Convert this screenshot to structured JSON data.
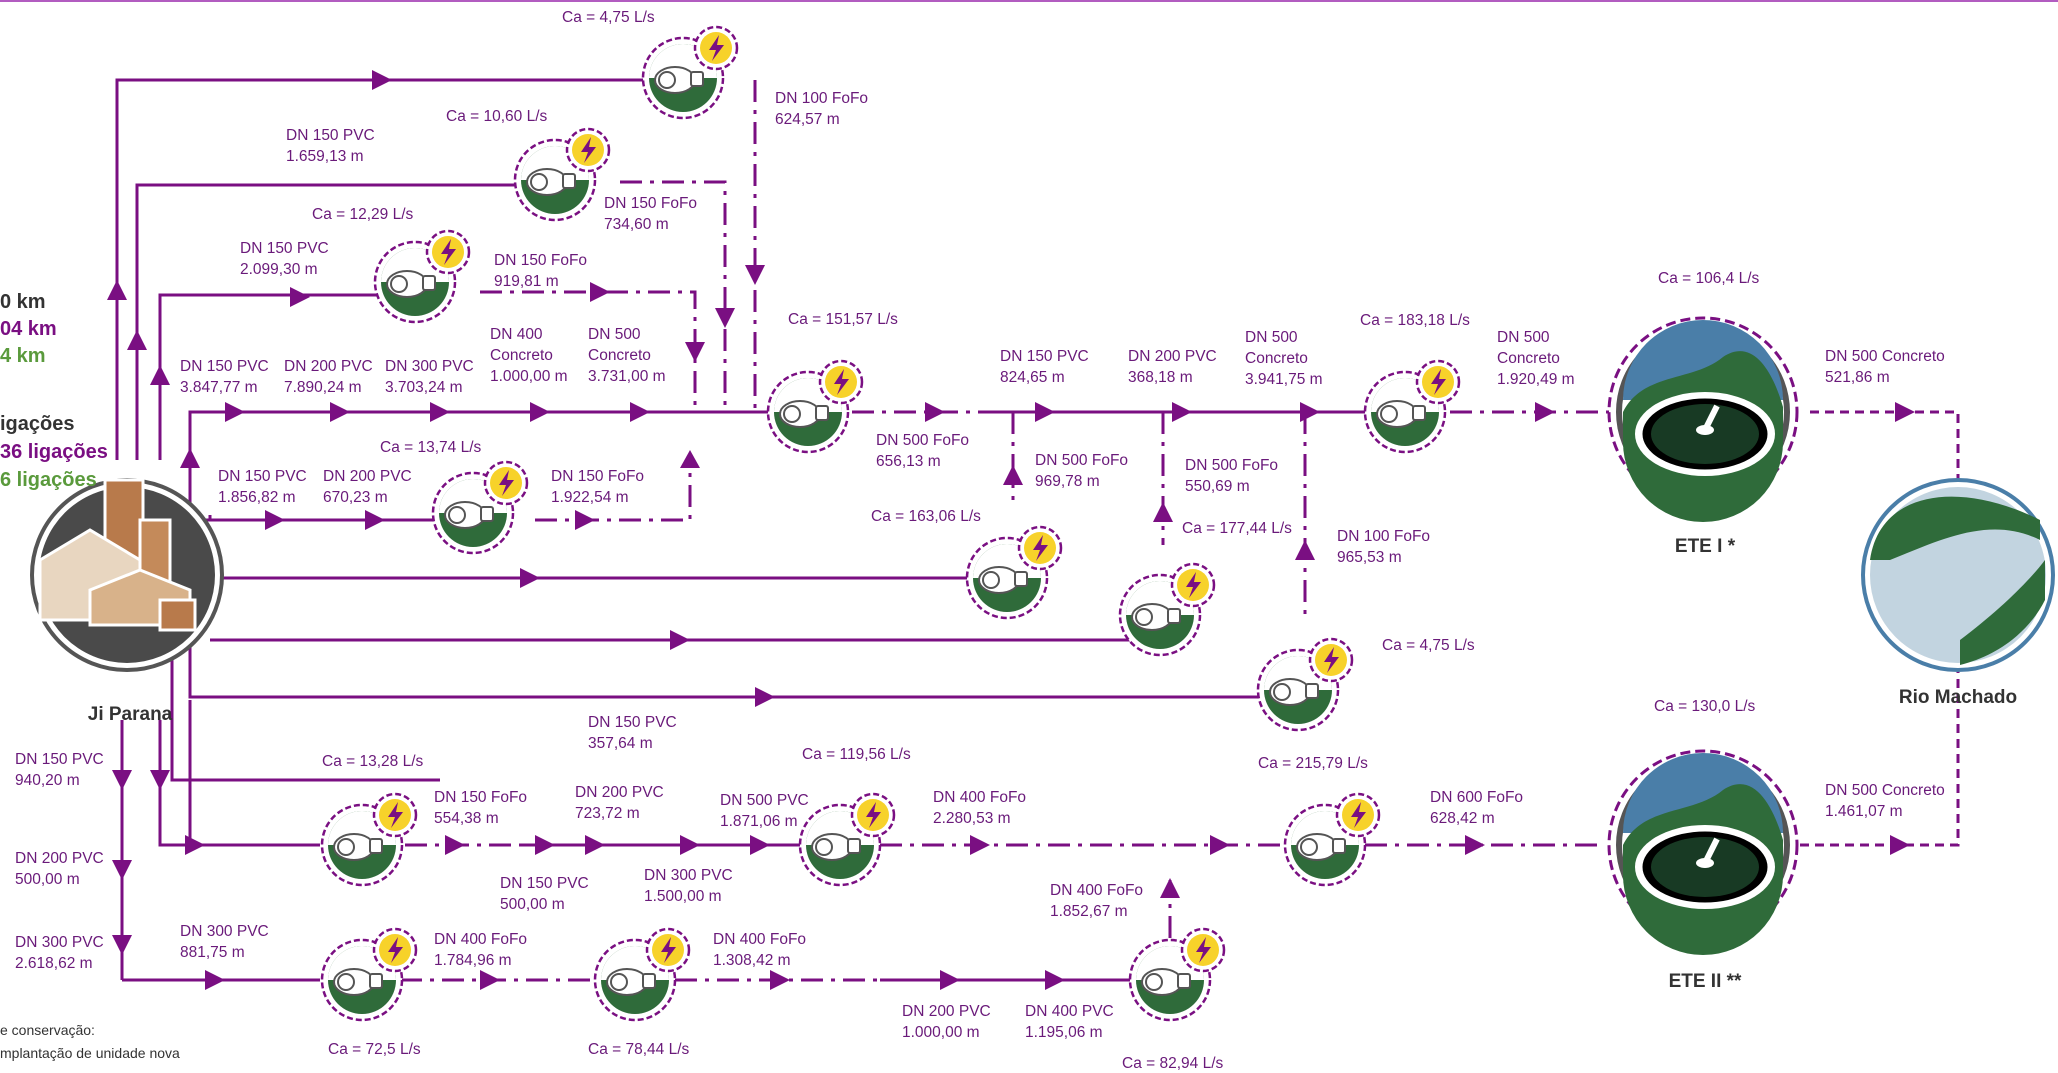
{
  "colors": {
    "pipe": "#7a0f82",
    "label": "#6a1a7a",
    "pump_fill": "#2f6b3a",
    "pump_ring": "#7a0f82",
    "bolt": "#f7d22a",
    "ete_blue": "#4a7ea8",
    "ete_green": "#2f6b3a",
    "river_blue": "#c2d4e0",
    "legend_gray": "#333333",
    "legend_green": "#5a9a3c"
  },
  "legend": {
    "line1": "0 km",
    "line2": "04 km",
    "line3": "4 km",
    "line4": "igações",
    "line5": "36 ligações",
    "line6": "6 ligações",
    "note1": "e conservação:",
    "note2": "mplantação de unidade nova"
  },
  "nodes": {
    "city": "Ji Parana",
    "ete1": "ETE I *",
    "ete2": "ETE II **",
    "river": "Rio Machado"
  },
  "flows": {
    "ep_top1": "Ca = 4,75 L/s",
    "ep_top2": "Ca = 10,60 L/s",
    "ep_top3": "Ca = 12,29 L/s",
    "ep_main1": "Ca = 151,57 L/s",
    "ep_mid1": "Ca = 13,74 L/s",
    "ep_e": "Ca = 163,06 L/s",
    "ep_f": "Ca = 177,44 L/s",
    "ep_main2": "Ca = 183,18 L/s",
    "ep_g": "Ca = 4,75 L/s",
    "ete1": "Ca = 106,4 L/s",
    "ete2": "Ca = 130,0 L/s",
    "ep_b1": "Ca = 13,28 L/s",
    "ep_b2": "Ca = 119,56 L/s",
    "ep_b3": "Ca = 215,79 L/s",
    "ep_c1": "Ca = 72,5 L/s",
    "ep_c2": "Ca = 78,44 L/s",
    "ep_c3": "Ca = 82,94 L/s"
  },
  "pipes": {
    "p01": {
      "a": "DN 100 FoFo",
      "b": "624,57 m"
    },
    "p02": {
      "a": "DN 150 PVC",
      "b": "1.659,13 m"
    },
    "p03": {
      "a": "DN 150 FoFo",
      "b": "734,60 m"
    },
    "p04": {
      "a": "DN 150 PVC",
      "b": "2.099,30 m"
    },
    "p05": {
      "a": "DN 150 FoFo",
      "b": "919,81 m"
    },
    "p06": {
      "a": "DN 150 PVC",
      "b": "3.847,77 m"
    },
    "p07": {
      "a": "DN 200 PVC",
      "b": "7.890,24 m"
    },
    "p08": {
      "a": "DN 300 PVC",
      "b": "3.703,24 m"
    },
    "p09": {
      "a": "DN 400",
      "b": "Concreto",
      "c": "1.000,00 m"
    },
    "p10": {
      "a": "DN 500",
      "b": "Concreto",
      "c": "3.731,00 m"
    },
    "p11": {
      "a": "DN 500 FoFo",
      "b": "656,13 m"
    },
    "p12": {
      "a": "DN 150 PVC",
      "b": "824,65 m"
    },
    "p13": {
      "a": "DN 200 PVC",
      "b": "368,18 m"
    },
    "p14": {
      "a": "DN 500",
      "b": "Concreto",
      "c": "3.941,75 m"
    },
    "p15": {
      "a": "DN 500",
      "b": "Concreto",
      "c": "1.920,49 m"
    },
    "p16": {
      "a": "DN 500 Concreto",
      "b": "521,86 m"
    },
    "p17": {
      "a": "DN 150 PVC",
      "b": "1.856,82 m"
    },
    "p18": {
      "a": "DN 200 PVC",
      "b": "670,23 m"
    },
    "p19": {
      "a": "DN 150 FoFo",
      "b": "1.922,54 m"
    },
    "p20": {
      "a": "DN 500 FoFo",
      "b": "969,78 m"
    },
    "p21": {
      "a": "DN 500 FoFo",
      "b": "550,69 m"
    },
    "p22": {
      "a": "DN 100 FoFo",
      "b": "965,53 m"
    },
    "p23": {
      "a": "DN 150 PVC",
      "b": "357,64 m"
    },
    "p24": {
      "a": "DN 150 PVC",
      "b": "940,20 m"
    },
    "p25": {
      "a": "DN 200 PVC",
      "b": "500,00 m"
    },
    "p26": {
      "a": "DN 300 PVC",
      "b": "2.618,62 m"
    },
    "p27": {
      "a": "DN 300 PVC",
      "b": "881,75 m"
    },
    "p28": {
      "a": "DN 150 FoFo",
      "b": "554,38 m"
    },
    "p29": {
      "a": "DN 200 PVC",
      "b": "723,72 m"
    },
    "p30": {
      "a": "DN 150 PVC",
      "b": "500,00 m"
    },
    "p31": {
      "a": "DN 300 PVC",
      "b": "1.500,00 m"
    },
    "p32": {
      "a": "DN 500 PVC",
      "b": "1.871,06 m"
    },
    "p33": {
      "a": "DN 400 FoFo",
      "b": "2.280,53 m"
    },
    "p34": {
      "a": "DN 400 FoFo",
      "b": "1.852,67 m"
    },
    "p35": {
      "a": "DN 600 FoFo",
      "b": "628,42 m"
    },
    "p36": {
      "a": "DN 500 Concreto",
      "b": "1.461,07 m"
    },
    "p37": {
      "a": "DN 400 FoFo",
      "b": "1.784,96 m"
    },
    "p38": {
      "a": "DN 400 FoFo",
      "b": "1.308,42 m"
    },
    "p39": {
      "a": "DN 200 PVC",
      "b": "1.000,00 m"
    },
    "p40": {
      "a": "DN 400 PVC",
      "b": "1.195,06 m"
    }
  }
}
